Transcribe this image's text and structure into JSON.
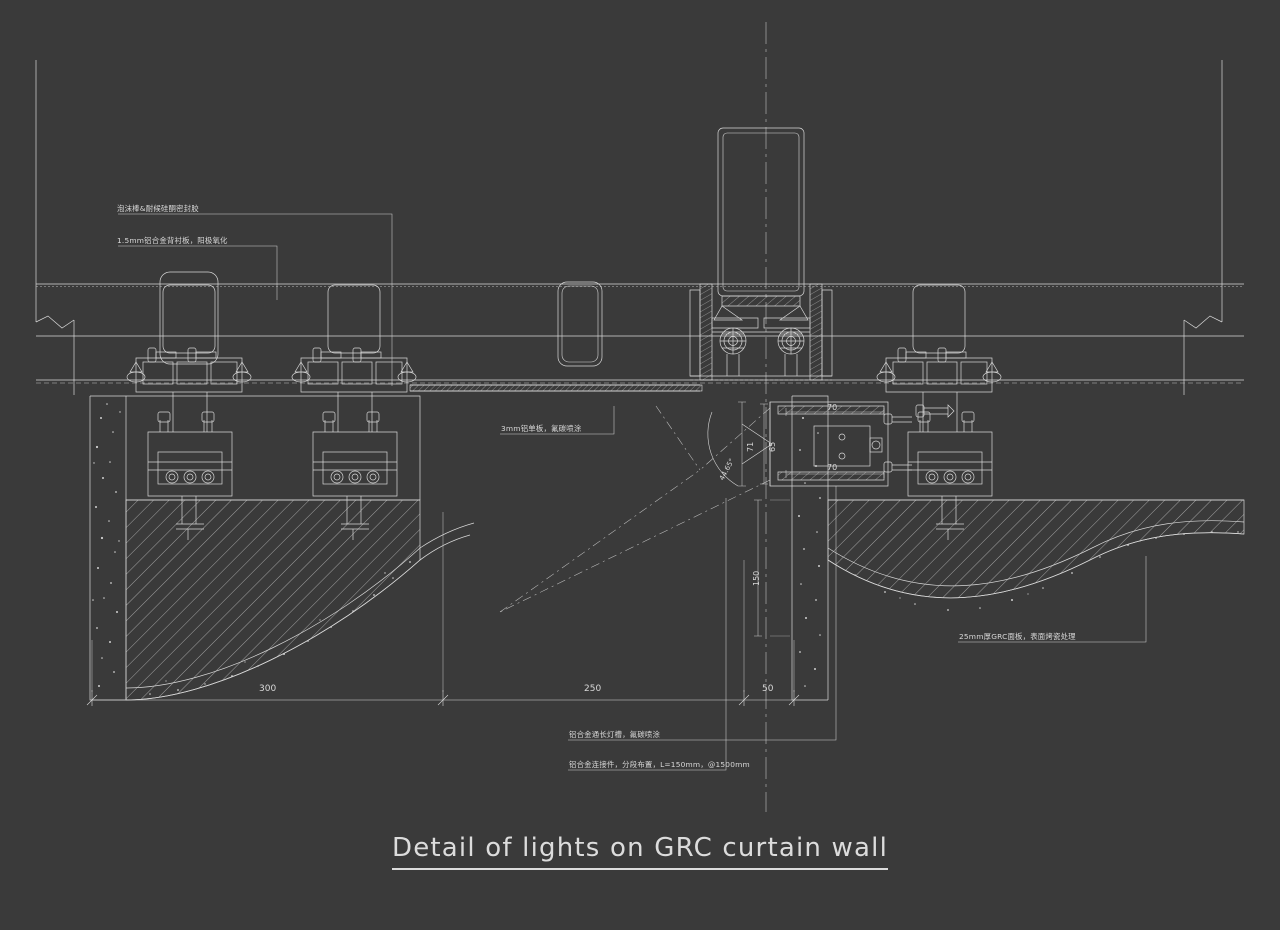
{
  "drawing": {
    "title": "Detail of lights on GRC curtain wall",
    "background_color": "#3a3a3a",
    "line_color": "#d8d8d8",
    "type": "architectural-section-detail"
  },
  "annotations": [
    {
      "id": "sealant",
      "text": "泡沫棒&耐候硅酮密封胶"
    },
    {
      "id": "backing-plate",
      "text": "1.5mm铝合金背衬板，阳极氧化"
    },
    {
      "id": "alu-panel",
      "text": "3mm铝单板，氟碳喷涂"
    },
    {
      "id": "light-trough",
      "text": "铝合金通长灯槽，氟碳喷涂"
    },
    {
      "id": "bracket",
      "text": "铝合金连接件，分段布置，L=150mm，@1500mm"
    },
    {
      "id": "grc-panel",
      "text": "25mm厚GRC面板，表面烤瓷处理"
    }
  ],
  "dimensions": {
    "horizontal": [
      {
        "id": "dim-300",
        "value": "300"
      },
      {
        "id": "dim-250",
        "value": "250"
      },
      {
        "id": "dim-50",
        "value": "50"
      }
    ],
    "detail": [
      {
        "id": "dim-70-top",
        "value": "70"
      },
      {
        "id": "dim-70-bottom",
        "value": "70"
      },
      {
        "id": "dim-71",
        "value": "71"
      },
      {
        "id": "dim-65",
        "value": "65"
      },
      {
        "id": "dim-150",
        "value": "150"
      }
    ],
    "angles": [
      {
        "id": "angle-44-65",
        "value": "44.65°"
      }
    ]
  }
}
